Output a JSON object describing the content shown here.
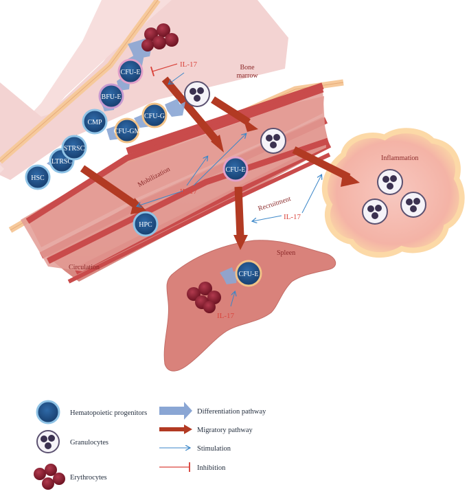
{
  "diagram": {
    "regions": {
      "bone_marrow": "Bone\nmarrow",
      "mobilization": "Mobilization",
      "recruitment": "Recruitment",
      "circulation": "Circulation",
      "spleen": "Spleen",
      "inflammation": "Inflammation"
    },
    "cells": {
      "hsc": "HSC",
      "ltrsc": "LTRSC",
      "strsc": "STRSC",
      "cmp": "CMP",
      "bfu_e": "BFU-E",
      "cfu_e_marrow": "CFU-E",
      "cfu_gm": "CFU-GM",
      "cfu_g": "CFU-G",
      "cfu_e_circ": "CFU-E",
      "hpc": "HPC",
      "cfu_e_spleen": "CFU-E"
    },
    "il17_labels": {
      "marrow": "IL-17",
      "circulation": "IL-17",
      "recruitment": "IL-17",
      "spleen": "IL-17"
    }
  },
  "legend": {
    "items_left": [
      {
        "label": "Hematopoietic progenitors",
        "icon": "progenitor-cell-icon"
      },
      {
        "label": "Granulocytes",
        "icon": "granulocyte-icon"
      },
      {
        "label": "Erythrocytes",
        "icon": "erythrocyte-cluster-icon"
      }
    ],
    "items_right": [
      {
        "label": "Differentiation pathway",
        "icon": "differentiation-arrow-icon"
      },
      {
        "label": "Migratory pathway",
        "icon": "migratory-arrow-icon"
      },
      {
        "label": "Stimulation",
        "icon": "stimulation-arrow-icon"
      },
      {
        "label": "Inhibition",
        "icon": "inhibition-line-icon"
      }
    ]
  },
  "colors": {
    "progenitor_core": "#1c4f88",
    "progenitor_ring": "#8fc3e6",
    "migratory_arrow": "#b23a23",
    "differentiation_arrow": "#8aa6d4",
    "stimulation": "#3a86c8",
    "inhibition": "#d9443c",
    "erythrocyte": "#8c1d2f",
    "vessel": "#c94b4b",
    "marrow_band": "#f6c99b",
    "tissue": "#e5a29d"
  }
}
